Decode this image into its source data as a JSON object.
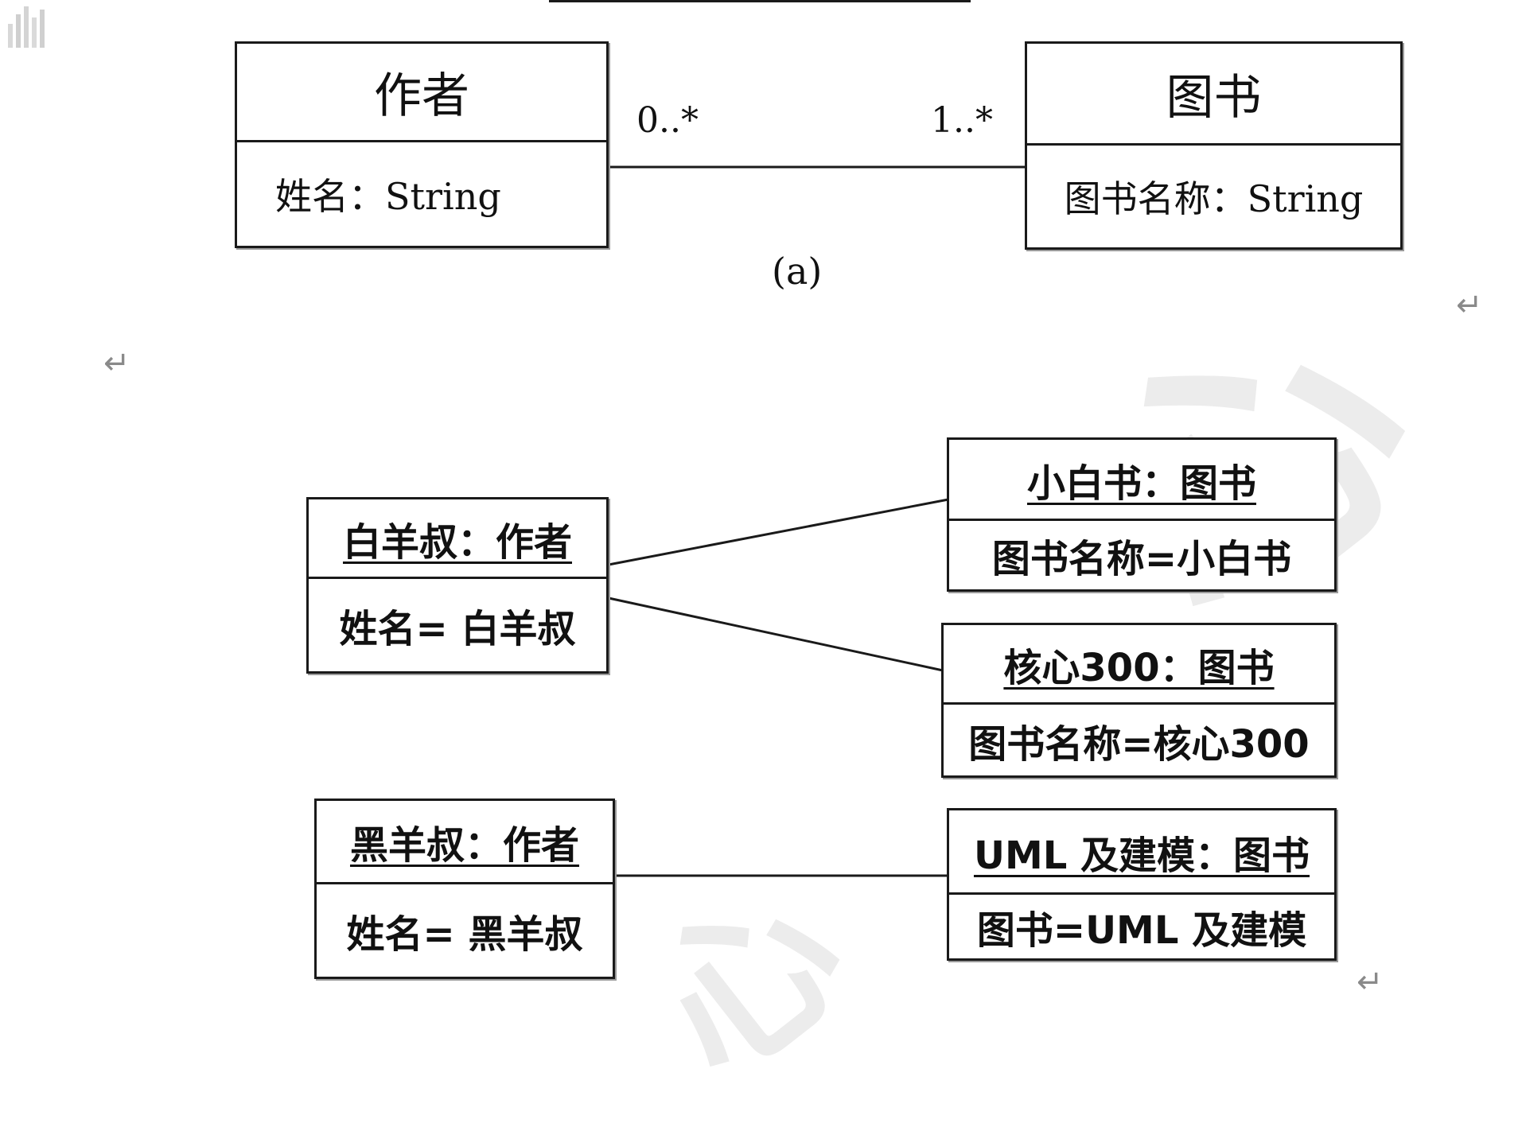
{
  "watermark": {
    "text": "心"
  },
  "class_diagram": {
    "author_class": {
      "name": "作者",
      "attribute": "姓名：String"
    },
    "book_class": {
      "name": "图书",
      "attribute": "图书名称：String"
    },
    "association": {
      "author_multiplicity": "0..*",
      "book_multiplicity": "1..*"
    },
    "caption": "(a)"
  },
  "object_diagram": {
    "authors": [
      {
        "title": "白羊叔：作者",
        "attribute": "姓名= 白羊叔"
      },
      {
        "title": "黑羊叔：作者",
        "attribute": "姓名= 黑羊叔"
      }
    ],
    "books": [
      {
        "title": "小白书：图书",
        "attribute": "图书名称=小白书"
      },
      {
        "title": "核心300：图书",
        "attribute": "图书名称=核心300"
      },
      {
        "title": "UML 及建模：图书",
        "attribute": "图书=UML 及建模"
      }
    ]
  },
  "paragraph_marks": [
    "↵",
    "↵",
    "↵"
  ]
}
